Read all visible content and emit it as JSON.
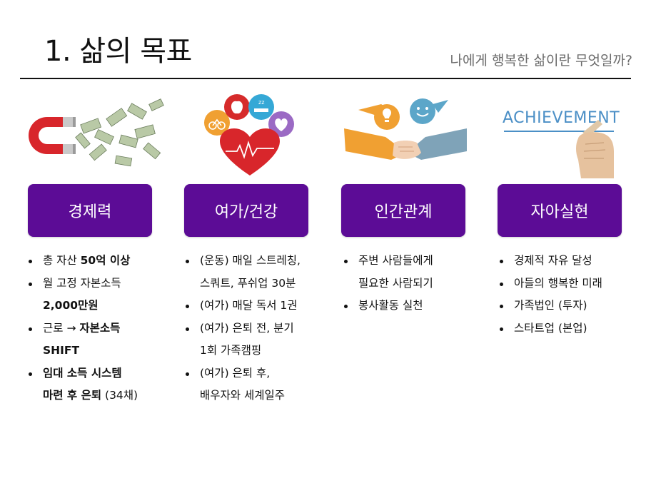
{
  "header": {
    "title": "1. 삶의 목표",
    "subtitle": "나에게 행복한 삶이란 무엇일까?"
  },
  "columns": [
    {
      "category": "경제력",
      "illustration": "magnet-money-icon",
      "items": [
        {
          "lines": [
            [
              {
                "t": "총 자산 ",
                "b": false
              },
              {
                "t": "50억 이상",
                "b": true
              }
            ]
          ]
        },
        {
          "lines": [
            [
              {
                "t": "월 고정 자본소득",
                "b": false
              }
            ],
            [
              {
                "t": "2,000만원",
                "b": true
              }
            ]
          ]
        },
        {
          "lines": [
            [
              {
                "t": "근로 → ",
                "b": false
              },
              {
                "t": "자본소득",
                "b": true
              }
            ],
            [
              {
                "t": "SHIFT",
                "b": true
              }
            ]
          ]
        },
        {
          "lines": [
            [
              {
                "t": "임대 소득 시스템",
                "b": true
              }
            ],
            [
              {
                "t": "마련 후 은퇴",
                "b": true
              },
              {
                "t": " (34채)",
                "b": false
              }
            ]
          ]
        }
      ]
    },
    {
      "category": "여가/건강",
      "illustration": "health-heart-icon",
      "items": [
        {
          "lines": [
            [
              {
                "t": "(운동) 매일 스트레칭,",
                "b": false
              }
            ],
            [
              {
                "t": "스쿼트, 푸쉬업 30분",
                "b": false
              }
            ]
          ]
        },
        {
          "lines": [
            [
              {
                "t": "(여가) 매달 독서 1권",
                "b": false
              }
            ]
          ]
        },
        {
          "lines": [
            [
              {
                "t": "(여가) 은퇴 전, 분기",
                "b": false
              }
            ],
            [
              {
                "t": "1회 가족캠핑",
                "b": false
              }
            ]
          ]
        },
        {
          "lines": [
            [
              {
                "t": "(여가) 은퇴 후,",
                "b": false
              }
            ],
            [
              {
                "t": "배우자와 세계일주",
                "b": false
              }
            ]
          ]
        }
      ]
    },
    {
      "category": "인간관계",
      "illustration": "handshake-icon",
      "items": [
        {
          "lines": [
            [
              {
                "t": "주변 사람들에게",
                "b": false
              }
            ],
            [
              {
                "t": "필요한 사람되기",
                "b": false
              }
            ]
          ]
        },
        {
          "lines": [
            [
              {
                "t": "봉사활동 실천",
                "b": false
              }
            ]
          ]
        }
      ]
    },
    {
      "category": "자아실현",
      "illustration": "achievement-icon",
      "illustration_text": "ACHIEVEMENT",
      "items": [
        {
          "lines": [
            [
              {
                "t": "경제적 자유 달성",
                "b": false
              }
            ]
          ]
        },
        {
          "lines": [
            [
              {
                "t": "아들의 행복한 미래",
                "b": false
              }
            ]
          ]
        },
        {
          "lines": [
            [
              {
                "t": "가족법인 (투자)",
                "b": false
              }
            ]
          ]
        },
        {
          "lines": [
            [
              {
                "t": "스타트업 (본업)",
                "b": false
              }
            ]
          ]
        }
      ]
    }
  ],
  "colors": {
    "category_box": "#5c0c96",
    "title_text": "#111111",
    "subtitle_text": "#6b6b6b"
  }
}
